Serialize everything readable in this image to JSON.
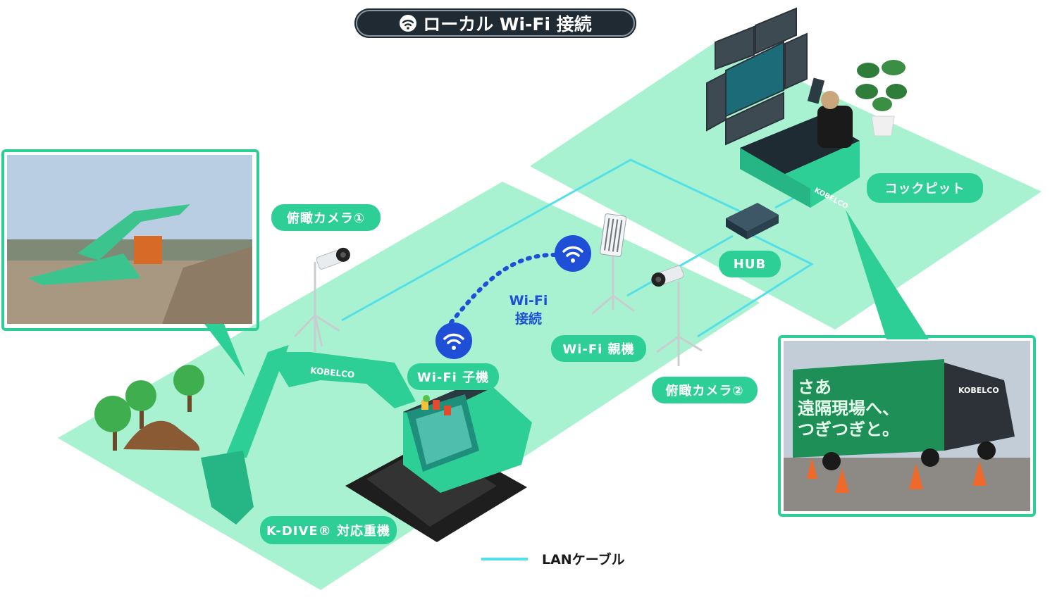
{
  "title": {
    "text": "ローカル Wi-Fi 接続",
    "icon": "wifi-icon"
  },
  "labels": {
    "camera1": "俯瞰カメラ①",
    "camera2": "俯瞰カメラ②",
    "wifi_child": "Wi-Fi 子機",
    "wifi_parent": "Wi-Fi 親機",
    "hub": "HUB",
    "cockpit": "コックピット",
    "machine": "K-DIVE® 対応重機",
    "wifi_link": [
      "Wi-Fi",
      "接続"
    ]
  },
  "logos": {
    "excavator_boom": "KOBELCO",
    "cockpit": "KOBELCO",
    "truck": "KOBELCO"
  },
  "legend": {
    "lan_cable": "LANケーブル"
  },
  "truck_slogan": [
    "さあ",
    "遠隔現場へ、",
    "つぎつぎと。"
  ],
  "colors": {
    "accent": "#2ecf96",
    "floor": "#a8f2d2",
    "lan": "#53e0e6",
    "wifi": "#1f4fd6",
    "dark": "#1f2a33"
  }
}
